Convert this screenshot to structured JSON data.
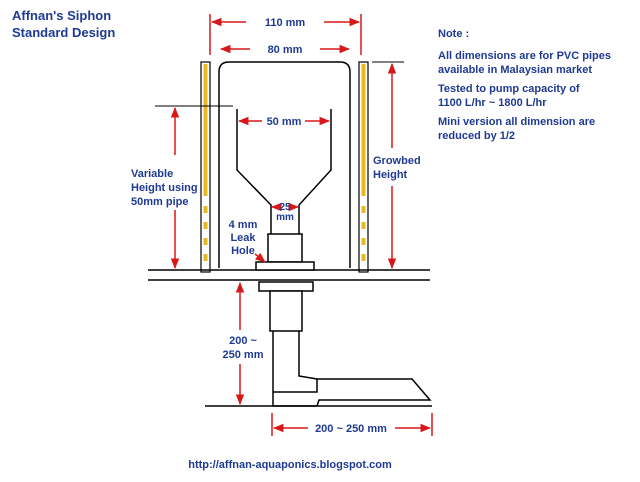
{
  "title": {
    "line1": "Affnan's Siphon",
    "line2": "Standard Design"
  },
  "notes": {
    "heading": "Note :",
    "line1": "All dimensions are for PVC pipes",
    "line2": "available in Malaysian market",
    "line3": "Tested to pump capacity of",
    "line4": "1100 L/hr ~ 1800 L/hr",
    "line5": "Mini version all dimension are",
    "line6": "reduced by 1/2"
  },
  "dimensions": {
    "outer_width": "110 mm",
    "inner_width": "80 mm",
    "funnel_width": "50 mm",
    "throat_width_line1": "25",
    "throat_width_line2": "mm",
    "leak_hole_line1": "4 mm",
    "leak_hole_line2": "Leak",
    "leak_hole_line3": "Hole",
    "variable_height_line1": "Variable",
    "variable_height_line2": "Height using",
    "variable_height_line3": "50mm pipe",
    "growbed_height_line1": "Growbed",
    "growbed_height_line2": "Height",
    "drop_line1": "200 ~",
    "drop_line2": "250 mm",
    "horizontal": "200 ~ 250 mm"
  },
  "footer": {
    "url": "http://affnan-aquaponics.blogspot.com"
  },
  "colors": {
    "text": "#1f3a93",
    "dimension": "#d81818",
    "pipe_outline": "#000000",
    "bell_stripe": "#e8b820"
  }
}
